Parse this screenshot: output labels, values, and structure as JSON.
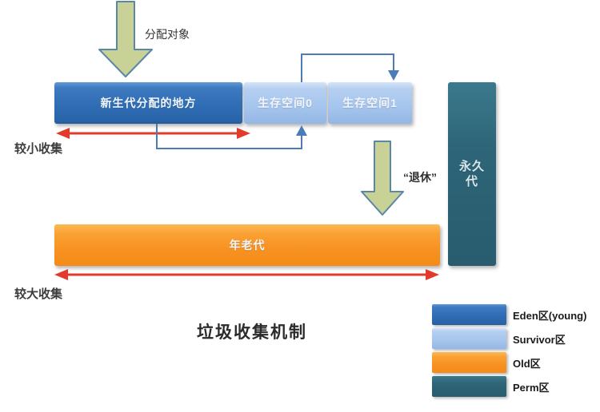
{
  "diagram": {
    "title": "垃圾收集机制",
    "annotations": {
      "allocate_object": "分配对象",
      "minor_collection": "较小收集",
      "major_collection": "较大收集",
      "retire": "“退休”"
    },
    "regions": {
      "eden": {
        "label": "新生代分配的地方",
        "color": "#2f6db5"
      },
      "survivor0": {
        "label": "生存空间0",
        "color": "#a5c5ed"
      },
      "survivor1": {
        "label": "生存空间1",
        "color": "#a5c5ed"
      },
      "old": {
        "label": "年老代",
        "color": "#f79222"
      },
      "perm": {
        "label": "永久代",
        "color": "#2e6578"
      }
    },
    "legend": [
      {
        "label": "Eden区(young)",
        "color": "#2f6db5"
      },
      {
        "label": "Survivor区",
        "color": "#a5c5ed"
      },
      {
        "label": "Old区",
        "color": "#f79222"
      },
      {
        "label": "Perm区",
        "color": "#2e6578"
      }
    ],
    "arrow_colors": {
      "collection_arrow": "#e23b2b",
      "transfer_arrow": "#4a7cb8",
      "big_arrow_fill": "#c9d296",
      "big_arrow_stroke": "#5b87a6"
    }
  }
}
